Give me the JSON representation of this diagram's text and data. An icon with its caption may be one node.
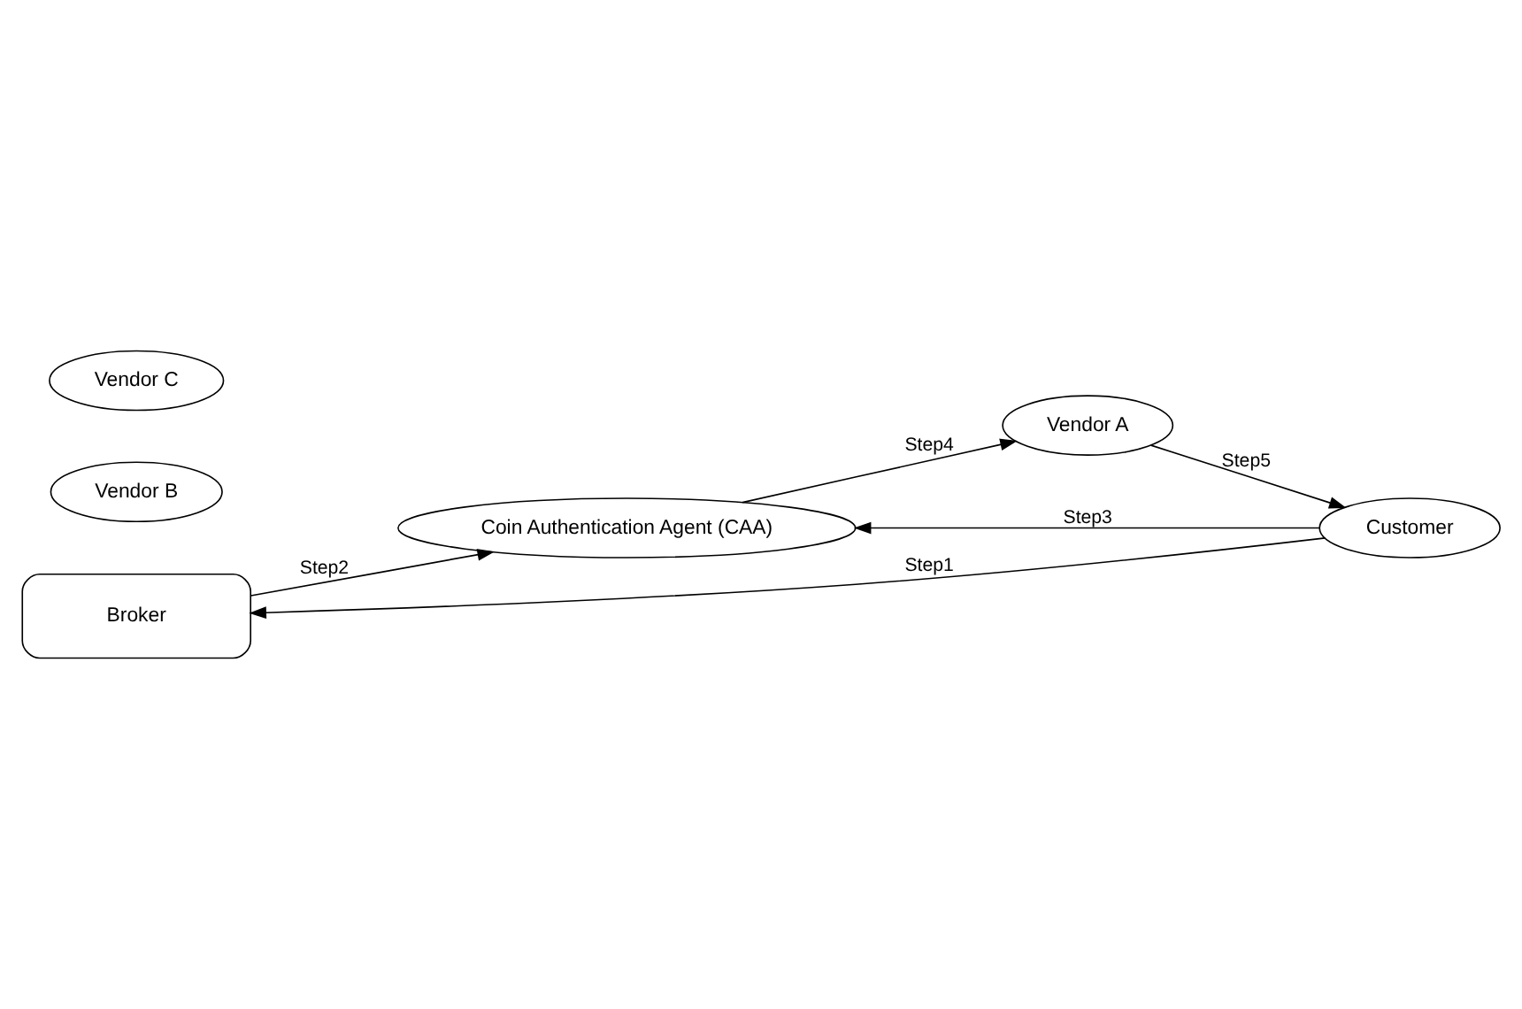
{
  "diagram": {
    "nodes": [
      {
        "text": [
          "Broker"
        ]
      },
      {
        "text": [
          "Coin Authentication Agent (CAA)"
        ]
      },
      {
        "text": [
          "Customer"
        ]
      },
      {
        "text": [
          "Vendor A"
        ]
      },
      {
        "text": [
          "Vendor B"
        ]
      },
      {
        "text": [
          "Vendor C"
        ]
      }
    ],
    "edges": [
      {
        "from": 2,
        "to": 0,
        "arrow": "to",
        "label": "Step1"
      },
      {
        "from": 0,
        "to": 1,
        "arrow": "to",
        "label": "Step2"
      },
      {
        "from": 2,
        "to": 1,
        "arrow": "to",
        "label": "Step3"
      },
      {
        "from": 1,
        "to": 3,
        "arrow": "to",
        "label": "Step4"
      },
      {
        "from": 3,
        "to": 2,
        "arrow": "to",
        "label": "Step5"
      }
    ]
  }
}
